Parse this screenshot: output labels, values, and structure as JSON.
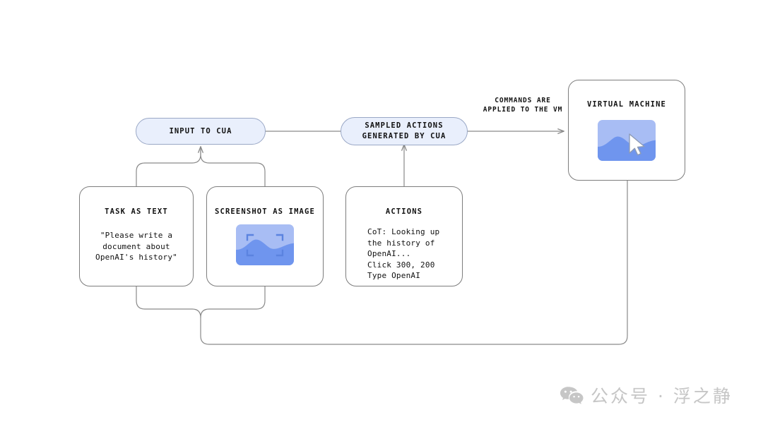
{
  "diagram": {
    "title": "CUA agent loop diagram",
    "colors": {
      "background": "#ffffff",
      "pill_fill": "#e9effc",
      "pill_border": "#9aa8c6",
      "card_border": "#7d7d7d",
      "wire": "#8a8a8a",
      "text": "#111111",
      "shot_sky": "#a8bdf4",
      "shot_wave": "#6f95ee",
      "watermark": "#c6c6c6"
    }
  },
  "nodes": {
    "input_to_cua": {
      "label": "INPUT TO CUA"
    },
    "sampled_actions": {
      "label": "SAMPLED ACTIONS\nGENERATED BY CUA"
    },
    "task_as_text": {
      "title": "TASK AS TEXT",
      "body": "\"Please write a\ndocument about\nOpenAI's history\""
    },
    "screenshot_as_image": {
      "title": "SCREENSHOT AS IMAGE",
      "icon": "screenshot-thumbnail"
    },
    "actions": {
      "title": "ACTIONS",
      "body": "CoT: Looking up\nthe history of\nOpenAI...\nClick 300, 200\nType OpenAI"
    },
    "virtual_machine": {
      "title": "VIRTUAL MACHINE",
      "icon": "screenshot-with-cursor"
    }
  },
  "edges": {
    "commands_applied": {
      "label": "COMMANDS ARE\nAPPLIED TO THE VM"
    }
  },
  "watermark": {
    "icon": "wechat-icon",
    "text": "公众号 · 浮之静"
  }
}
